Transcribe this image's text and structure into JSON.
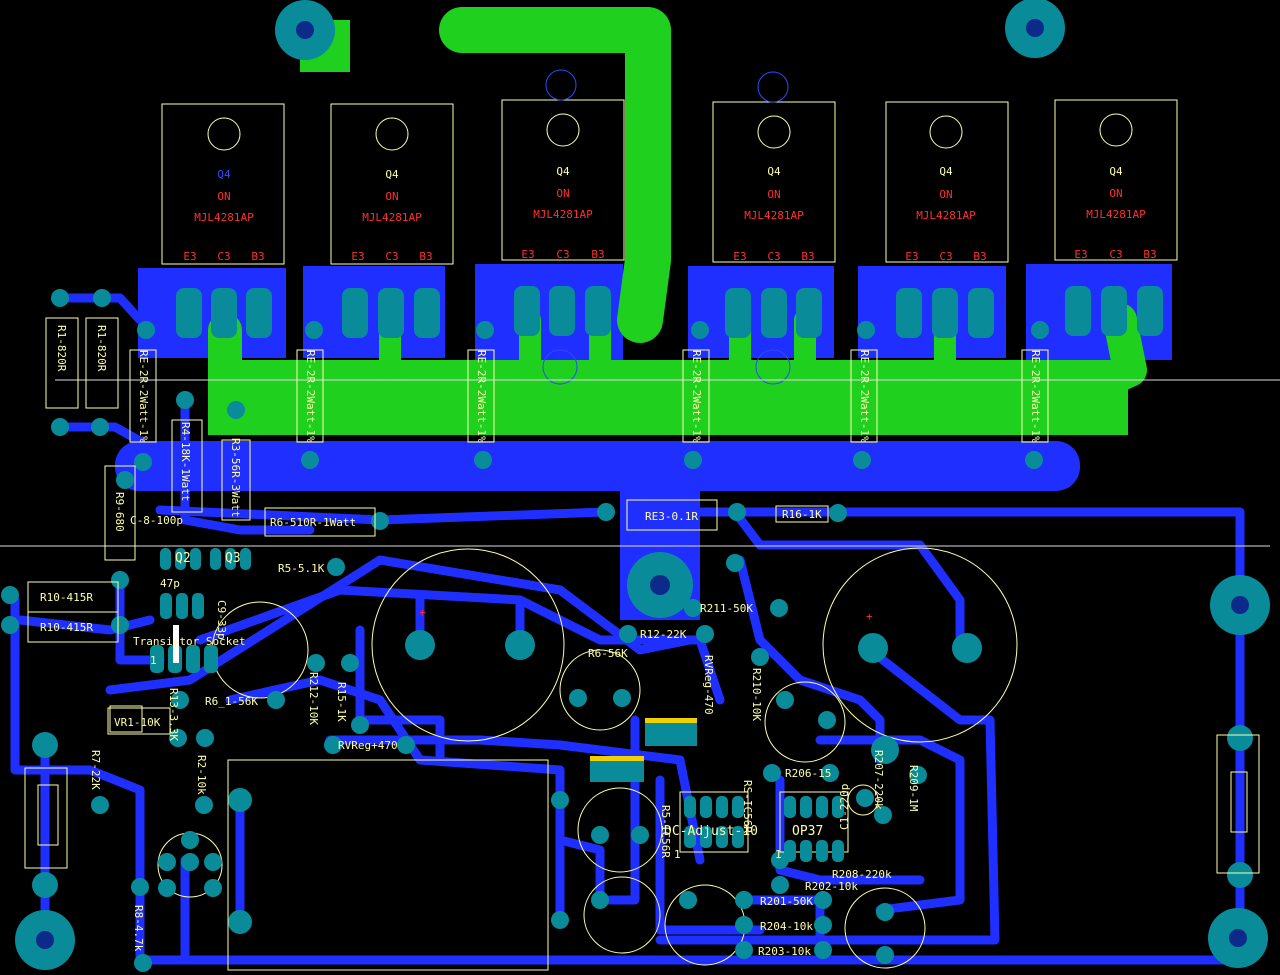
{
  "transistors": [
    {
      "ref": "Q4",
      "maker": "ON",
      "part": "MJL4281AP",
      "pins": [
        "E3",
        "C3",
        "B3"
      ]
    },
    {
      "ref": "Q4",
      "maker": "ON",
      "part": "MJL4281AP",
      "pins": [
        "E3",
        "C3",
        "B3"
      ]
    },
    {
      "ref": "Q4",
      "maker": "ON",
      "part": "MJL4281AP",
      "pins": [
        "E3",
        "C3",
        "B3"
      ]
    },
    {
      "ref": "Q4",
      "maker": "ON",
      "part": "MJL4281AP",
      "pins": [
        "E3",
        "C3",
        "B3"
      ]
    },
    {
      "ref": "Q4",
      "maker": "ON",
      "part": "MJL4281AP",
      "pins": [
        "E3",
        "C3",
        "B3"
      ]
    },
    {
      "ref": "Q4",
      "maker": "ON",
      "part": "MJL4281AP",
      "pins": [
        "E3",
        "C3",
        "B3"
      ]
    }
  ],
  "emitter_resistor_label": "RE-2R-2Watt-1%",
  "labels": {
    "r1a": "R1-820R",
    "r1b": "R1-820R",
    "r4": "R4-18K-1Watt",
    "r3": "R3-56R-3Watt",
    "r9": "R9-680",
    "c8": "C-8-100p",
    "r6": "R6-510R-1Watt",
    "re3": "RE3-0.1R",
    "r16": "R16-1K",
    "q2": "Q2",
    "q3": "Q3",
    "r5": "R5-5.1K",
    "c47": "47p",
    "c9": "C9-33p",
    "r10a": "R10-415R",
    "r10b": "R10-415R",
    "socket": "Transistor Socket",
    "r211": "R211-50K",
    "r12": "R12-22K",
    "r6b": "R6-56K",
    "rvreg": "RVReg-470",
    "r210": "R210-10K",
    "r13": "R13-3.3K",
    "r6_1": "R6_1-56K",
    "r212": "R212-10K",
    "r15": "R15-1K",
    "vr1": "VR1-10K",
    "rvreg2": "RVReg+470",
    "r7": "R7-22K",
    "r2": "R2-10k",
    "r206": "R206-15",
    "r207": "R207-220k",
    "r209": "R209-1M",
    "r5ic": "R5-IC56R",
    "rsic": "RS-IC56R",
    "dcadj": "DC-Adjust-10",
    "op37": "OP37",
    "c1": "C1-220p",
    "r208": "R208-220k",
    "r202": "R202-10k",
    "r201": "R201-50K",
    "r204": "R204-10k",
    "r203": "R203-10k",
    "r8": "R8-4.7k",
    "pin1a": "1",
    "pin1b": "1",
    "pin1c": "1"
  },
  "colors": {
    "board": "#000000",
    "bottom_copper": "#1f2fff",
    "top_copper": "#1fd01f",
    "pad": "#0a8b9a",
    "silkscreen": "#ffffaa",
    "part_text": "#ff3030"
  }
}
